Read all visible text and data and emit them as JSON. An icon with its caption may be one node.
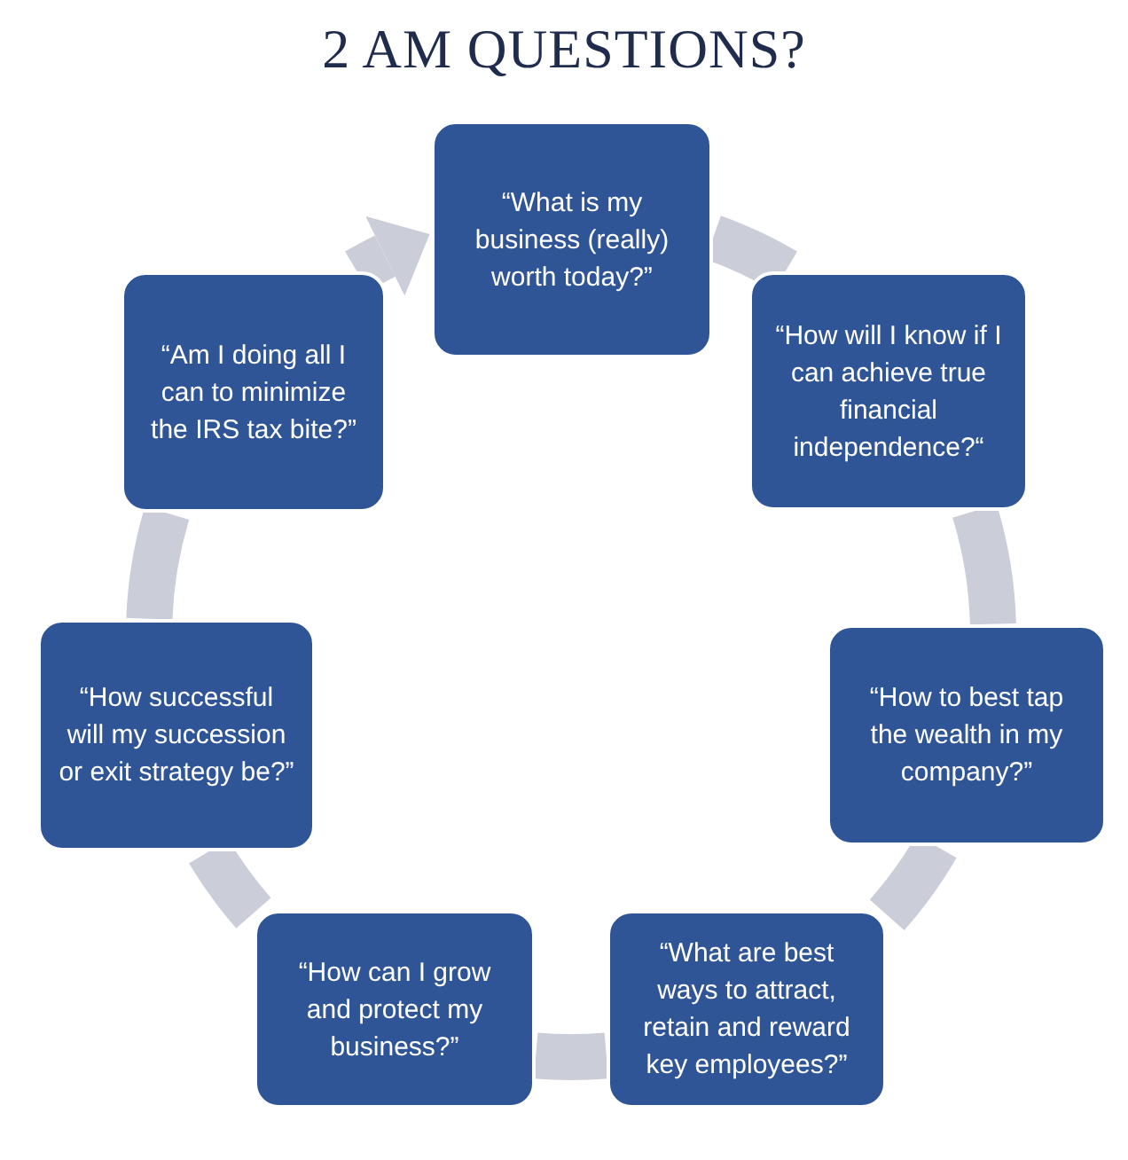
{
  "diagram": {
    "title": "2 AM QUESTIONS?",
    "nodes": [
      {
        "text": [
          "“What is my business (really) worth today?”"
        ]
      },
      {
        "text": [
          "“How will I know if I can achieve true financial independence?“"
        ]
      },
      {
        "text": [
          "“How to best tap the wealth in my company?”"
        ]
      },
      {
        "text": [
          "“What are best ways to attract, retain and reward key employees?”"
        ]
      },
      {
        "text": [
          "“How can I grow and protect my business?”"
        ]
      },
      {
        "text": [
          "“How successful will my succession or exit strategy be?”"
        ]
      },
      {
        "text": [
          "“Am I doing all I can to minimize the IRS tax bite?”"
        ]
      }
    ],
    "edges": [
      {
        "from": 0,
        "to": 1,
        "arrow": "none"
      },
      {
        "from": 1,
        "to": 2,
        "arrow": "none"
      },
      {
        "from": 2,
        "to": 3,
        "arrow": "none"
      },
      {
        "from": 3,
        "to": 4,
        "arrow": "none"
      },
      {
        "from": 4,
        "to": 5,
        "arrow": "none"
      },
      {
        "from": 5,
        "to": 6,
        "arrow": "none"
      },
      {
        "from": 6,
        "to": 0,
        "arrow": "to"
      }
    ]
  }
}
